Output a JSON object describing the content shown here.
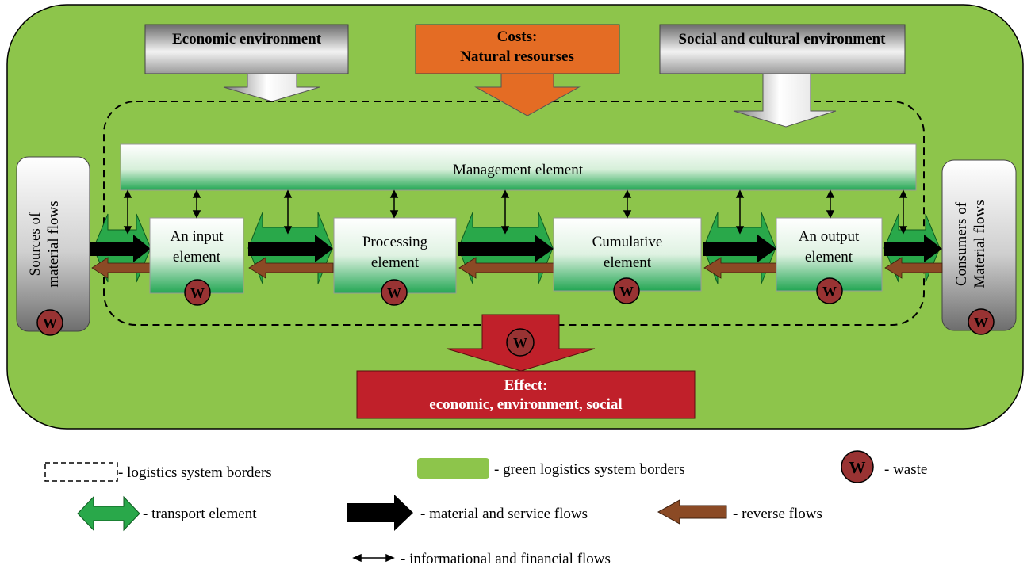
{
  "environment": {
    "economic": "Economic environment",
    "costs_title": "Costs:",
    "costs_subtitle": "Natural resourses",
    "social": "Social and cultural environment"
  },
  "management": "Management element",
  "sources": [
    "Sources of",
    "material flows"
  ],
  "consumers": [
    "Consumers",
    "of",
    "Material flows"
  ],
  "elements": [
    {
      "line1": "An input",
      "line2": "element"
    },
    {
      "line1": "Processing",
      "line2": "element"
    },
    {
      "line1": "Cumulative",
      "line2": "element"
    },
    {
      "line1": "An output",
      "line2": "element"
    }
  ],
  "waste_symbol": "W",
  "effect": {
    "title": "Effect:",
    "subtitle": "economic, environment, social"
  },
  "legend": {
    "logistics_borders": "- logistics system borders",
    "green_borders": "- green logistics system borders",
    "waste": "- waste",
    "transport": "- transport element",
    "material": "- material and service flows",
    "reverse": "- reverse flows",
    "informational": "- informational and financial flows"
  },
  "colors": {
    "green_background": "#8dc54b",
    "costs_orange": "#e46c24",
    "effect_red": "#c0202a",
    "waste_maroon": "#993333",
    "transport_green": "#29a84a",
    "reverse_brown": "#8b4a25"
  }
}
